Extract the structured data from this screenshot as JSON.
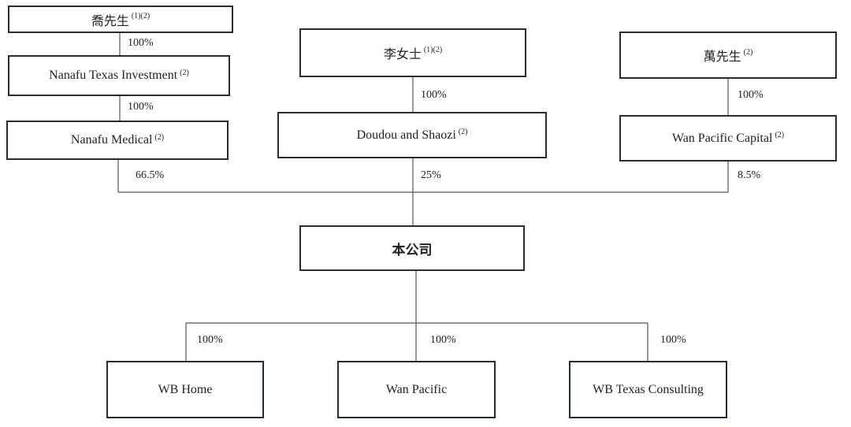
{
  "boxes": {
    "qiao": {
      "name": "喬先生",
      "note": "(1)(2)"
    },
    "nanafu_texas": {
      "name": "Nanafu Texas Investment",
      "note": "(2)"
    },
    "nanafu_medical": {
      "name": "Nanafu Medical",
      "note": "(2)"
    },
    "li": {
      "name": "李女士",
      "note": "(1)(2)"
    },
    "doudou": {
      "name": "Doudou and Shaozi",
      "note": "(2)"
    },
    "wan_mr": {
      "name": "萬先生",
      "note": "(2)"
    },
    "wan_pacific_capital": {
      "name": "Wan Pacific Capital",
      "note": "(2)"
    },
    "company": {
      "name": "本公司"
    },
    "wb_home": {
      "name": "WB Home"
    },
    "wan_pacific": {
      "name": "Wan Pacific"
    },
    "wb_texas_consulting": {
      "name": "WB Texas Consulting"
    }
  },
  "percentages": {
    "qiao_to_nanafu_texas": "100%",
    "nanafu_texas_to_medical": "100%",
    "li_to_doudou": "100%",
    "wan_to_capital": "100%",
    "medical_to_company": "66.5%",
    "doudou_to_company": "25%",
    "capital_to_company": "8.5%",
    "company_to_wb_home": "100%",
    "company_to_wan_pacific": "100%",
    "company_to_wb_texas": "100%"
  }
}
